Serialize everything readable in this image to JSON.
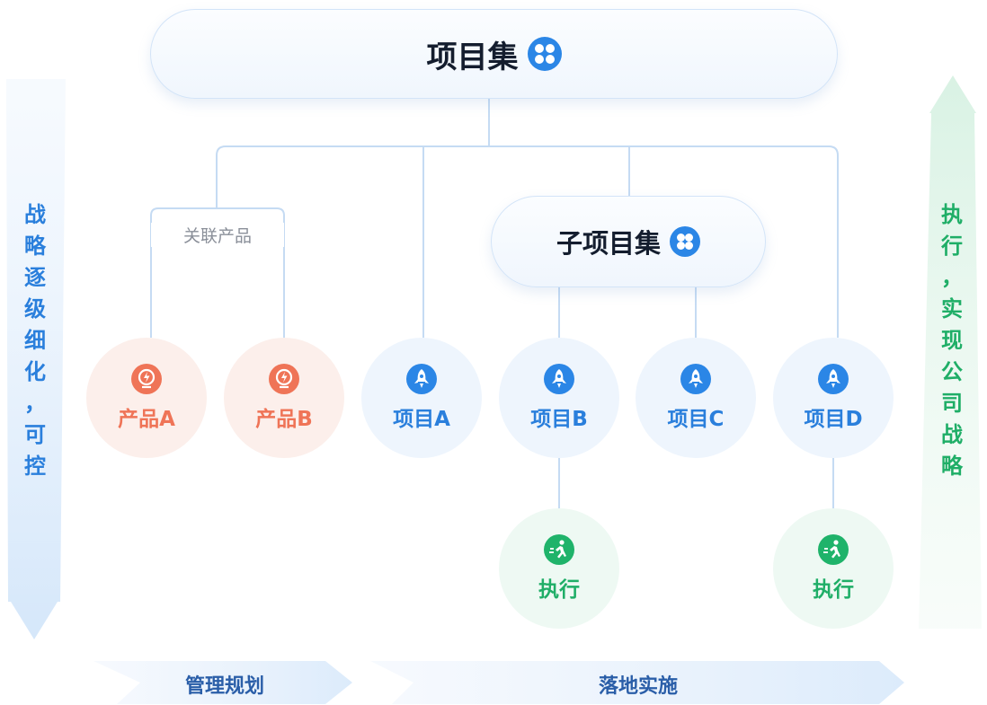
{
  "top_pill": {
    "label": "项目集"
  },
  "sub_pill": {
    "label": "子项目集"
  },
  "bracket": {
    "label": "关联产品"
  },
  "products": [
    {
      "label": "产品A",
      "icon": "bolt-bulb-icon"
    },
    {
      "label": "产品B",
      "icon": "bolt-bulb-icon"
    }
  ],
  "projects": [
    {
      "label": "项目A",
      "icon": "rocket-icon"
    },
    {
      "label": "项目B",
      "icon": "rocket-icon"
    },
    {
      "label": "项目C",
      "icon": "rocket-icon"
    },
    {
      "label": "项目D",
      "icon": "rocket-icon"
    }
  ],
  "executions": [
    {
      "label": "执行",
      "icon": "runner-icon"
    },
    {
      "label": "执行",
      "icon": "runner-icon"
    }
  ],
  "left_arrow": {
    "text": [
      "战",
      "略",
      "逐",
      "级",
      "细",
      "化",
      "，",
      "可",
      "控"
    ]
  },
  "right_arrow": {
    "text": [
      "执",
      "行",
      "，",
      "实",
      "现",
      "公",
      "司",
      "战",
      "略"
    ]
  },
  "ribbons": {
    "left": "管理规划",
    "right": "落地实施"
  },
  "colors": {
    "primary_blue": "#2b86e6",
    "product_orange": "#ef7457",
    "execution_green": "#1fb36a",
    "title_dark": "#141d2e"
  }
}
